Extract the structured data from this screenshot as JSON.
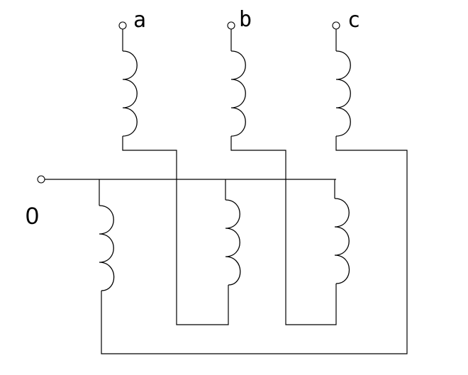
{
  "diagram": {
    "labels": {
      "a": "a",
      "b": "b",
      "c": "c",
      "o": "0"
    },
    "colors": {
      "line": "#000000",
      "background": "#ffffff"
    }
  }
}
